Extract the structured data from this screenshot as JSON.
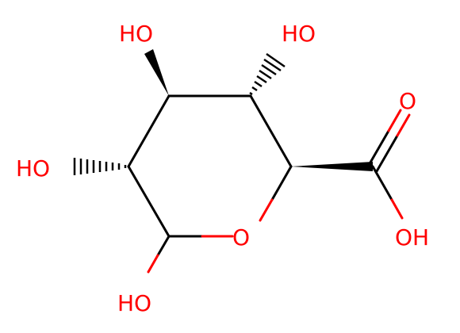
{
  "molecule": {
    "labels": {
      "oh_top_left": "HO",
      "oh_top_right": "HO",
      "oh_left": "HO",
      "oh_bottom": "HO",
      "ring_oxygen": "O",
      "carbonyl_oxygen": "O",
      "acid_oh": "OH"
    },
    "atom_color": "#ff0000",
    "bond_color": "#000000"
  }
}
